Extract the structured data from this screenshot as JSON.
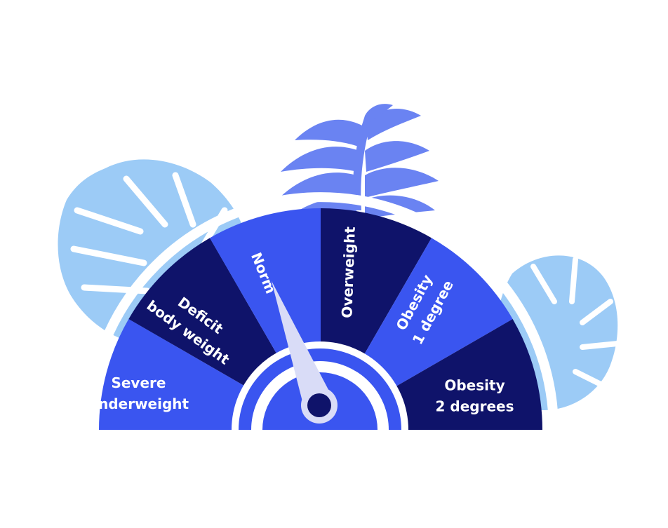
{
  "gauge": {
    "segments": [
      {
        "id": "severe-underweight",
        "lines": [
          "Severe",
          "underweight"
        ],
        "color": "#3a55f0"
      },
      {
        "id": "deficit-body-weight",
        "lines": [
          "Deficit",
          "body weight"
        ],
        "color": "#0f136a"
      },
      {
        "id": "norm",
        "lines": [
          "Norm"
        ],
        "color": "#3a55f0"
      },
      {
        "id": "overweight",
        "lines": [
          "Overweight"
        ],
        "color": "#0f136a"
      },
      {
        "id": "obesity-1-degree",
        "lines": [
          "Obesity",
          "1 degree"
        ],
        "color": "#3a55f0"
      },
      {
        "id": "obesity-2-degrees",
        "lines": [
          "Obesity",
          "2 degrees"
        ],
        "color": "#0f136a"
      }
    ],
    "pointer_segment": "norm",
    "colors": {
      "bright_blue": "#3a55f0",
      "navy": "#0f136a",
      "needle": "#d9dcf7",
      "leaf_light": "#9ccbf6",
      "leaf_periwinkle": "#6a83f2"
    }
  }
}
